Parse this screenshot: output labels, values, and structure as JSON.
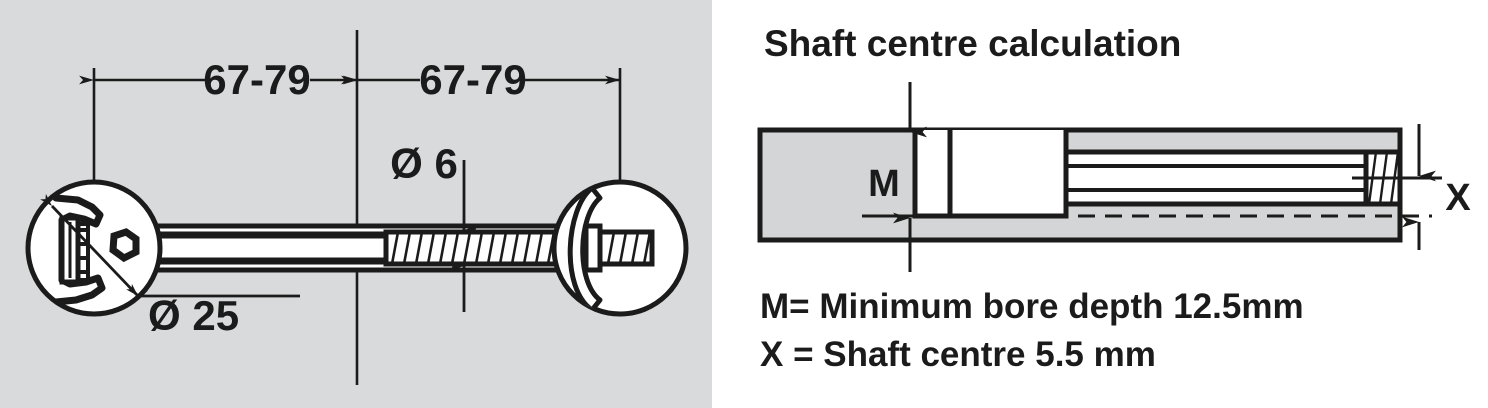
{
  "figure": {
    "kind": "technical-drawing",
    "title": "Connector bolt / shaft centre calculation diagram",
    "background_left": "#d9dadb",
    "background_right": "#ffffff",
    "line_color": "#1b1b1b",
    "fill_white": "#ffffff",
    "fill_gray": "#d4d5d6"
  },
  "left_panel": {
    "name": "connector-bolt-elevation",
    "dimensions": {
      "length_left": "67-79",
      "length_right": "67-79",
      "shaft_diameter": "Ø 6",
      "head_diameter": "Ø 25"
    }
  },
  "right_panel": {
    "heading": "Shaft centre calculation",
    "labels": {
      "bore_depth": "M",
      "shaft_centre": "X"
    },
    "legend": [
      "M= Minimum bore depth 12.5mm",
      "X = Shaft centre 5.5 mm"
    ]
  }
}
